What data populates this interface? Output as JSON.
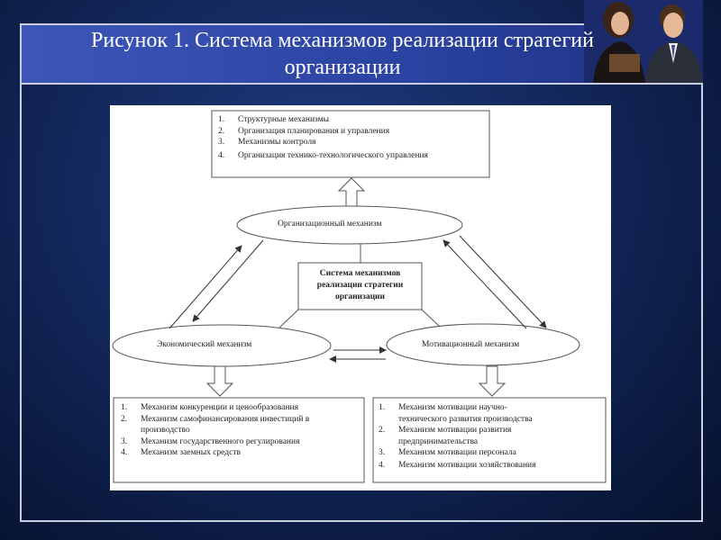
{
  "slide": {
    "title_line1": "Рисунок 1. Система механизмов реализации стратегий",
    "title_line2": "организации"
  },
  "diagram": {
    "top_box": {
      "items": [
        {
          "num": "1.",
          "text": "Структурные механизмы"
        },
        {
          "num": "2.",
          "text": "Организация планирования и управления"
        },
        {
          "num": "3.",
          "text": "Механизмы контроля"
        },
        {
          "num": "4.",
          "text": "Организация технико-технологического управления"
        }
      ]
    },
    "ellipse_org": "Организационный механизм",
    "ellipse_econ": "Экономический механизм",
    "ellipse_motiv": "Мотивационный механизм",
    "center_box": [
      "Система механизмов",
      "реализации стратегии",
      "организации"
    ],
    "left_box": {
      "items": [
        {
          "num": "1.",
          "text": "Механизм конкуренции и ценообразования"
        },
        {
          "num": "2.",
          "text": "Механизм самофинансирования инвестиций в"
        },
        {
          "num": "",
          "text": "производство"
        },
        {
          "num": "3.",
          "text": "Механизм государственного регулирования"
        },
        {
          "num": "4.",
          "text": "Механизм заемных средств"
        }
      ]
    },
    "right_box": {
      "items": [
        {
          "num": "1.",
          "text": "Механизм мотивации научно-"
        },
        {
          "num": "",
          "text": "технического развития производства"
        },
        {
          "num": "2.",
          "text": "Механизм мотивации развития"
        },
        {
          "num": "",
          "text": "предпринимательства"
        },
        {
          "num": "3.",
          "text": "Механизм мотивации персонала"
        },
        {
          "num": "4.",
          "text": "Механизм мотивации хозяйствования"
        }
      ]
    }
  }
}
